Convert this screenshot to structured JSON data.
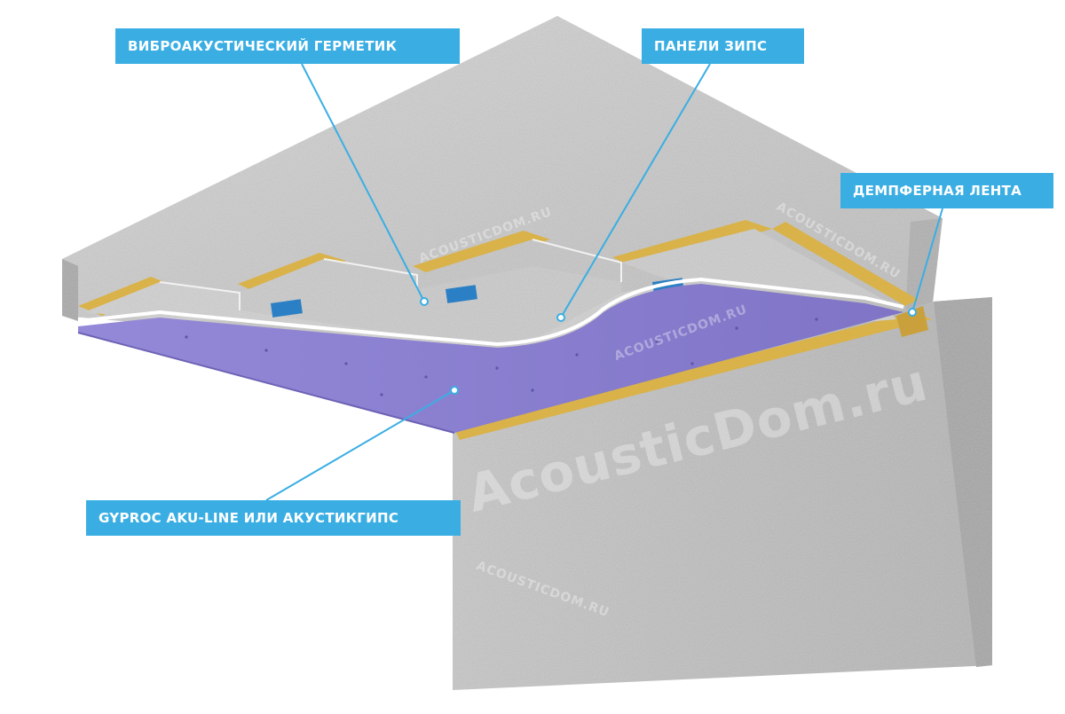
{
  "labels": {
    "sealant": "ВИБРОАКУСТИЧЕСКИЙ ГЕРМЕТИК",
    "panels": "ПАНЕЛИ ЗИПС",
    "damper_tape": "ДЕМПФЕРНАЯ ЛЕНТА",
    "gyproc": "GYPROC AKU-LINE ИЛИ АКУСТИКГИПС"
  },
  "watermarks": {
    "main": "AcousticDom.ru",
    "small": "ACOUSTICDOM.RU"
  },
  "colors": {
    "label_bg": "#3aaee3",
    "leader_line": "#3aaee3",
    "concrete": "#c9c9c9",
    "panel_purple": "#8a7fd0",
    "damper_yellow": "#d9b24a",
    "zips_panel": "#cfcfcf"
  }
}
